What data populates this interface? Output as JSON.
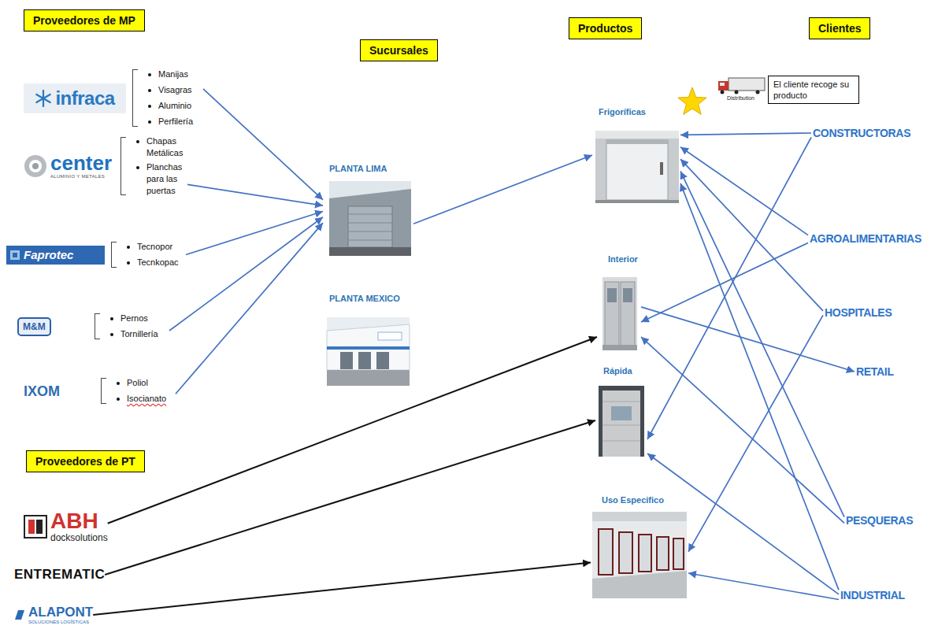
{
  "diagram": {
    "nodes": [
      {
        "text": [
          "Proveedores de MP"
        ]
      },
      {
        "text": [
          "Sucursales"
        ]
      },
      {
        "text": [
          "Productos"
        ]
      },
      {
        "text": [
          "Clientes"
        ]
      },
      {
        "text": [
          "El cliente recoge su producto"
        ]
      },
      {
        "text": [
          "infraca",
          "Manijas",
          "Visagras",
          "Aluminio",
          "Perfilería"
        ]
      },
      {
        "text": [
          "center",
          "ALUMINIO Y METALES",
          "Chapas Metálicas",
          "Planchas para las puertas"
        ]
      },
      {
        "text": [
          "Faprotec",
          "Tecnopor",
          "Tecnkopac"
        ]
      },
      {
        "text": [
          "M&M",
          "Pernos",
          "Tornillería"
        ]
      },
      {
        "text": [
          "IXOM",
          "Poliol",
          "Isocianato"
        ]
      },
      {
        "text": [
          "Proveedores de PT"
        ]
      },
      {
        "text": [
          "ABH",
          "docksolutions"
        ]
      },
      {
        "text": [
          "ENTREMATIC"
        ]
      },
      {
        "text": [
          "ALAPONT",
          "SOLUCIONES LOGÍSTICAS"
        ]
      },
      {
        "text": [
          "PLANTA LIMA"
        ]
      },
      {
        "text": [
          "PLANTA MEXICO"
        ]
      },
      {
        "text": [
          "Frigoríficas"
        ]
      },
      {
        "text": [
          "Interior"
        ]
      },
      {
        "text": [
          "Rápida"
        ]
      },
      {
        "text": [
          "Uso Especifico"
        ]
      },
      {
        "text": [
          "CONSTRUCTORAS"
        ]
      },
      {
        "text": [
          "AGROALIMENTARIAS"
        ]
      },
      {
        "text": [
          "HOSPITALES"
        ]
      },
      {
        "text": [
          "RETAIL"
        ]
      },
      {
        "text": [
          "PESQUERAS"
        ]
      },
      {
        "text": [
          "INDUSTRIAL"
        ]
      }
    ],
    "edges": [
      {
        "from": 5,
        "to": 14,
        "arrow": "to"
      },
      {
        "from": 6,
        "to": 14,
        "arrow": "to"
      },
      {
        "from": 7,
        "to": 14,
        "arrow": "to"
      },
      {
        "from": 8,
        "to": 14,
        "arrow": "to"
      },
      {
        "from": 9,
        "to": 14,
        "arrow": "to"
      },
      {
        "from": 14,
        "to": 16,
        "arrow": "to"
      },
      {
        "from": 11,
        "to": 17,
        "arrow": "to"
      },
      {
        "from": 12,
        "to": 18,
        "arrow": "to"
      },
      {
        "from": 13,
        "to": 19,
        "arrow": "to"
      },
      {
        "from": 20,
        "to": 16,
        "arrow": "to"
      },
      {
        "from": 20,
        "to": 18,
        "arrow": "to"
      },
      {
        "from": 21,
        "to": 16,
        "arrow": "to"
      },
      {
        "from": 21,
        "to": 17,
        "arrow": "to"
      },
      {
        "from": 22,
        "to": 16,
        "arrow": "to"
      },
      {
        "from": 22,
        "to": 19,
        "arrow": "to"
      },
      {
        "from": 17,
        "to": 23,
        "arrow": "to"
      },
      {
        "from": 24,
        "to": 16,
        "arrow": "to"
      },
      {
        "from": 24,
        "to": 17,
        "arrow": "to"
      },
      {
        "from": 25,
        "to": 16,
        "arrow": "to"
      },
      {
        "from": 25,
        "to": 18,
        "arrow": "to"
      },
      {
        "from": 25,
        "to": 19,
        "arrow": "to"
      }
    ],
    "labels": [
      "Distribution"
    ]
  }
}
